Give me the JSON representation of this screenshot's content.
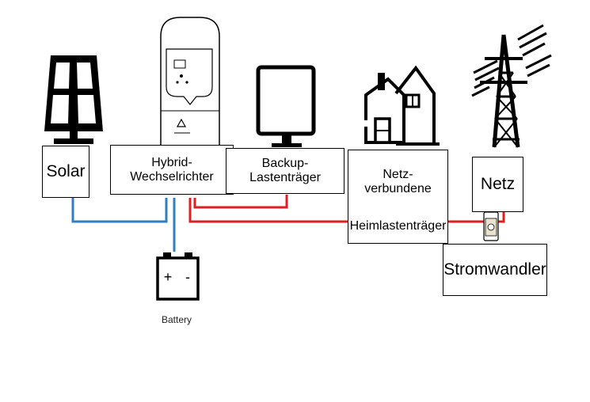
{
  "labels": {
    "solar": "Solar",
    "inverter": "Hybrid-Wechselrichter",
    "backup_load": "Backup-Lastenträger",
    "grid_load_line1": "Netz-verbundene",
    "grid_load_line2": "Heimlastenträger",
    "grid": "Netz",
    "ct": "Stromwandler",
    "battery": "Battery",
    "battery_plus": "+",
    "battery_minus": "-"
  },
  "colors": {
    "dc_wire": "#2f7fc1",
    "ac_wire": "#e02020",
    "outline": "#000000"
  }
}
